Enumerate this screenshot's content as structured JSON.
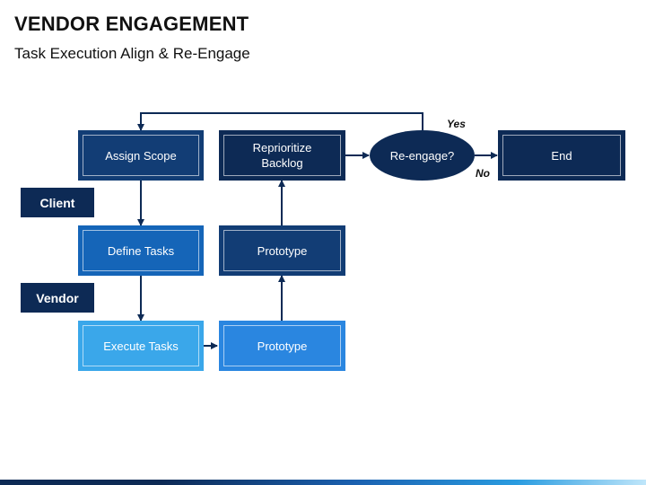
{
  "header": {
    "title": "VENDOR ENGAGEMENT",
    "subtitle": "Task Execution Align & Re-Engage"
  },
  "lanes": {
    "client": "Client",
    "vendor": "Vendor"
  },
  "nodes": {
    "assign_scope": "Assign Scope",
    "reprioritize_backlog": "Reprioritize\nBacklog",
    "reengage": "Re-engage?",
    "end": "End",
    "define_tasks": "Define Tasks",
    "prototype_mid": "Prototype",
    "execute_tasks": "Execute Tasks",
    "prototype_bottom": "Prototype"
  },
  "branch_labels": {
    "yes": "Yes",
    "no": "No"
  },
  "colors": {
    "dark_navy": "#0d2a55",
    "navy_box": "#123d75",
    "mid_blue": "#1565b8",
    "light_blue": "#3aa7ea",
    "bright_blue": "#2a86e0",
    "connector": "#0d2a55"
  }
}
